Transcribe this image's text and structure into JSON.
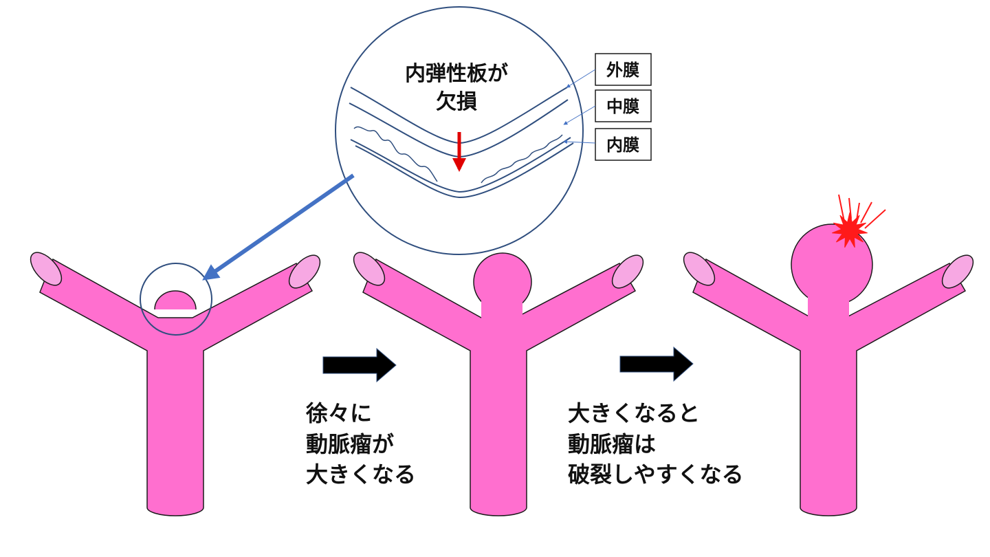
{
  "colors": {
    "vessel": "#ff6fcf",
    "vessel_end": "#f7a8e3",
    "outline": "#1a1a1a",
    "zoom": "#2f4e7e",
    "pointer": "#4472c4",
    "defect_arrow": "#e00000",
    "rupture": "#ff1a1a",
    "step_arrow": "#000000"
  },
  "zoom_view": {
    "title_lines": [
      "内弾性板が",
      "欠損"
    ],
    "layers": [
      "外膜",
      "中膜",
      "内膜"
    ]
  },
  "stages": [
    {
      "caption": [
        "徐々に",
        "動脈瘤が",
        "大きくなる"
      ]
    },
    {
      "caption": [
        "大きくなると",
        "動脈瘤は",
        "破裂しやすくなる"
      ]
    }
  ],
  "icons": {
    "step_arrow": "right-arrow-icon",
    "rupture": "burst-icon",
    "defect": "down-arrow-icon"
  }
}
